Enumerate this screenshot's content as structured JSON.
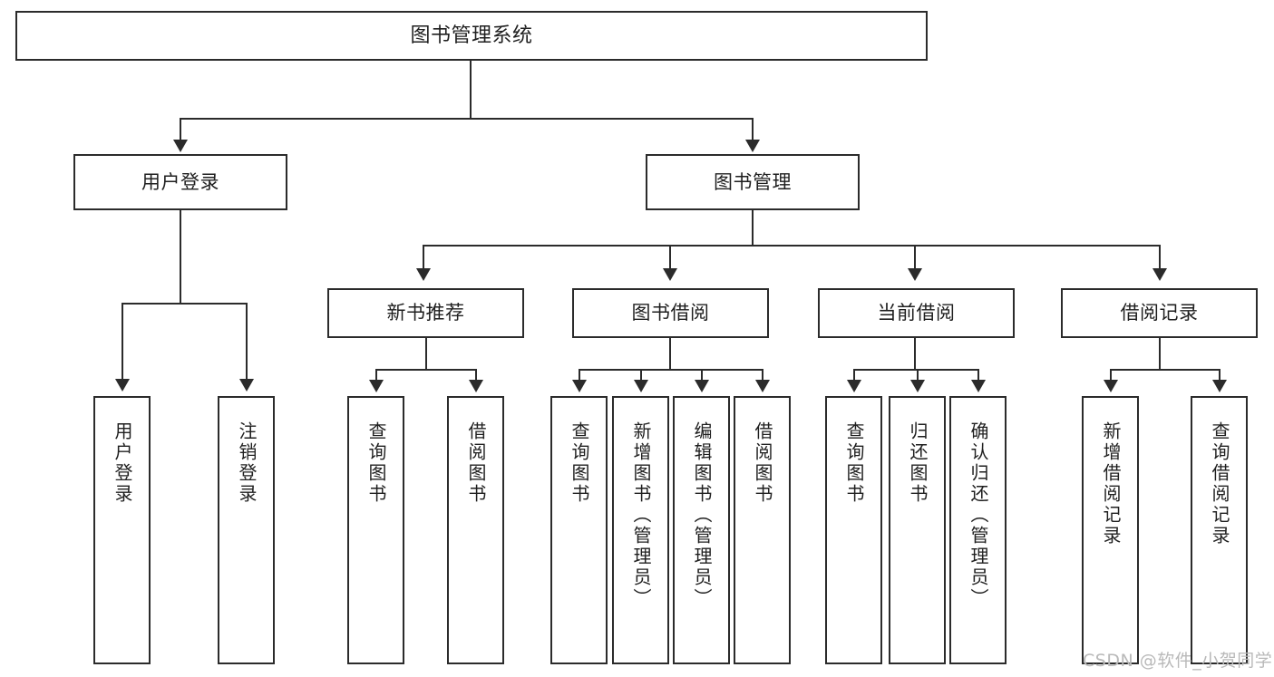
{
  "diagram": {
    "title": "图书管理系统",
    "type": "tree",
    "watermark": "CSDN @软件_小贺同学",
    "colors": {
      "stroke": "#2b2b2b",
      "fill": "#ffffff",
      "text": "#1f1f1f",
      "watermark": "#b9b9b9"
    },
    "levels": {
      "root": "图书管理系统",
      "level2": [
        "用户登录",
        "图书管理"
      ],
      "level3": [
        "新书推荐",
        "图书借阅",
        "当前借阅",
        "借阅记录"
      ]
    },
    "nodes": {
      "root": {
        "label": "图书管理系统"
      },
      "user_login": {
        "label": "用户登录"
      },
      "book_manage": {
        "label": "图书管理"
      },
      "new_book_rec": {
        "label": "新书推荐"
      },
      "book_borrow": {
        "label": "图书借阅"
      },
      "current_borrow": {
        "label": "当前借阅"
      },
      "borrow_record": {
        "label": "借阅记录"
      }
    },
    "leaves": {
      "user_login": [
        {
          "label": "用户登录"
        },
        {
          "label": "注销登录"
        }
      ],
      "new_book_rec": [
        {
          "label": "查询图书"
        },
        {
          "label": "借阅图书"
        }
      ],
      "book_borrow": [
        {
          "label": "查询图书"
        },
        {
          "label": "新增图书（管理员）"
        },
        {
          "label": "编辑图书（管理员）"
        },
        {
          "label": "借阅图书"
        }
      ],
      "current_borrow": [
        {
          "label": "查询图书"
        },
        {
          "label": "归还图书"
        },
        {
          "label": "确认归还（管理员）"
        }
      ],
      "borrow_record": [
        {
          "label": "新增借阅记录"
        },
        {
          "label": "查询借阅记录"
        }
      ]
    }
  }
}
